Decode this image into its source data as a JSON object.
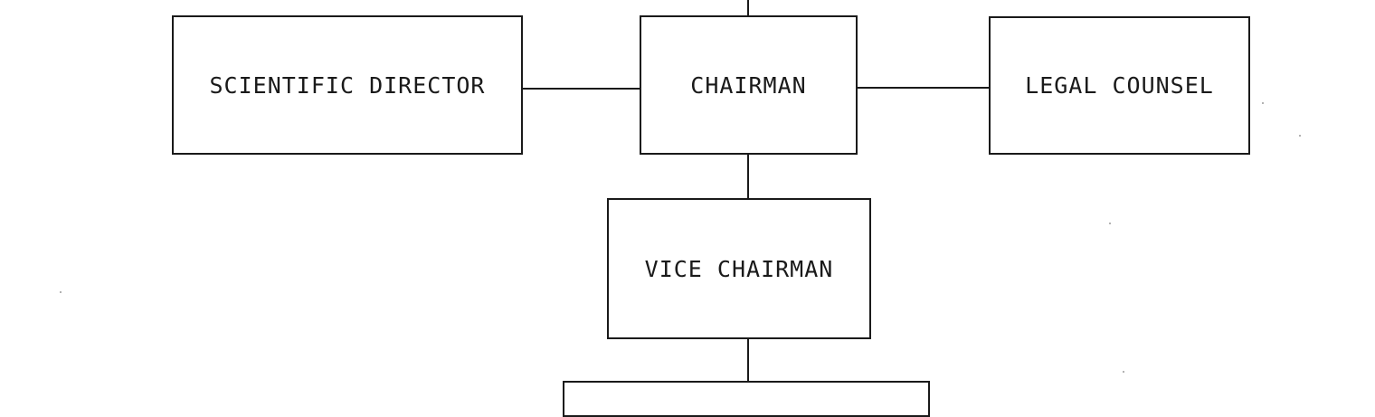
{
  "org_chart": {
    "boxes": {
      "scientific_director": "SCIENTIFIC DIRECTOR",
      "chairman": "CHAIRMAN",
      "legal_counsel": "LEGAL COUNSEL",
      "vice_chairman": "VICE CHAIRMAN"
    }
  }
}
